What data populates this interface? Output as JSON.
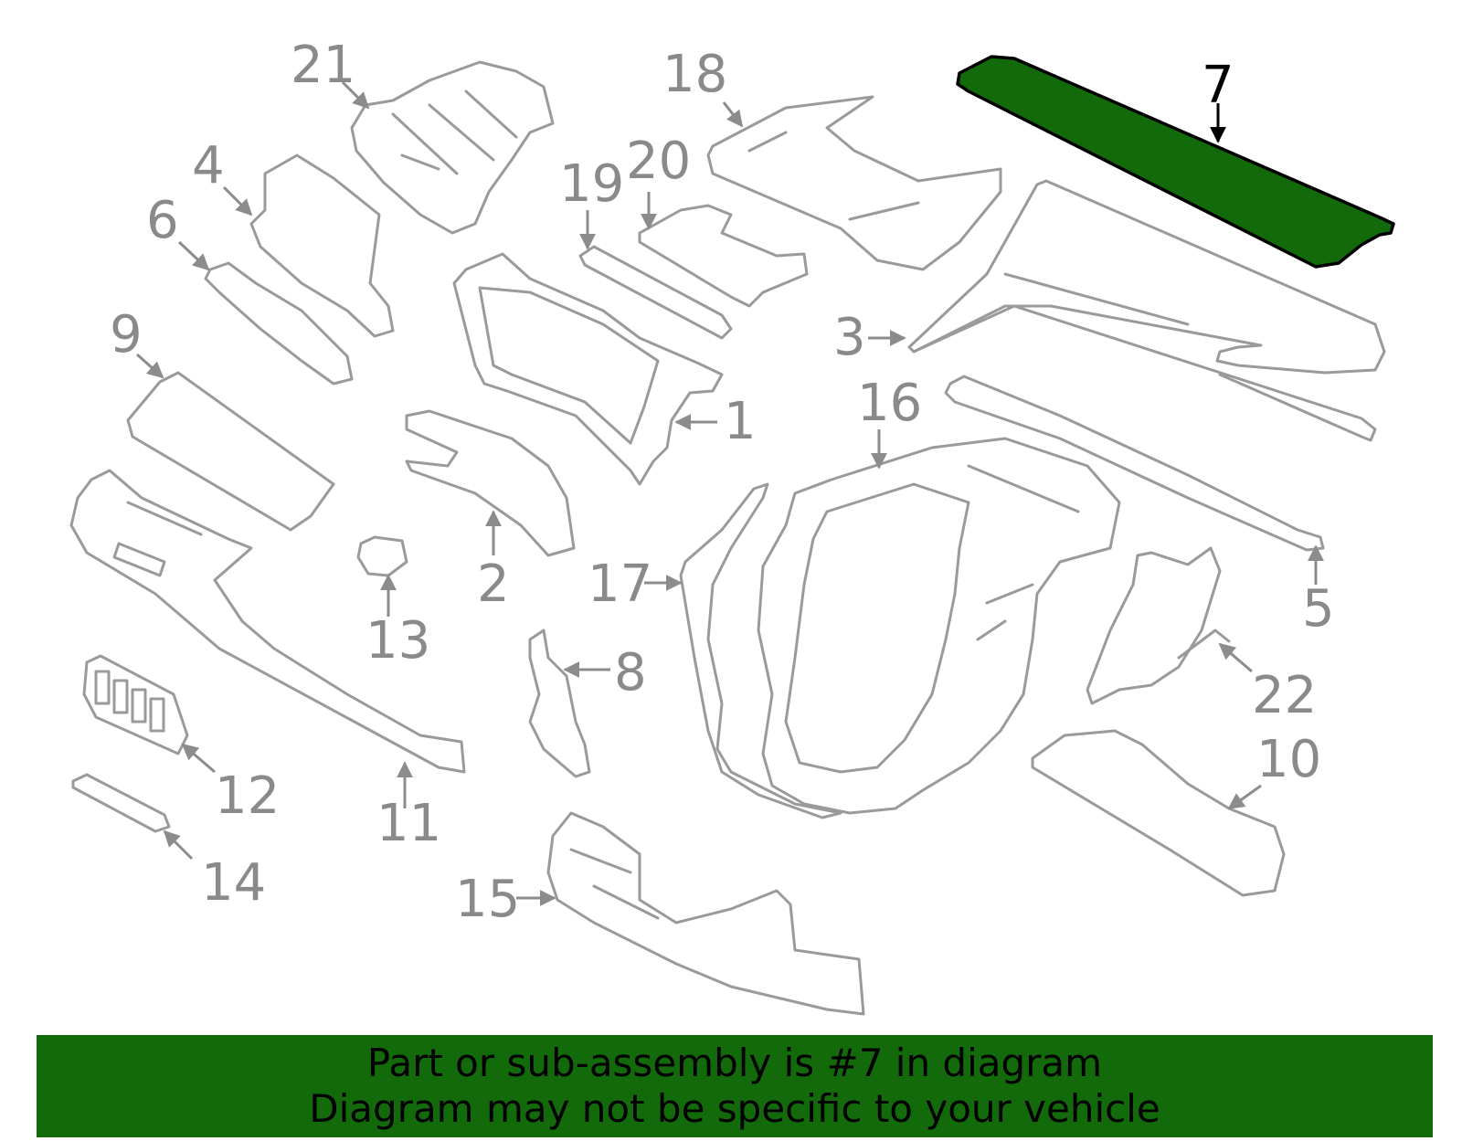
{
  "callouts": {
    "c1": "1",
    "c2": "2",
    "c3": "3",
    "c4": "4",
    "c5": "5",
    "c6": "6",
    "c7": "7",
    "c8": "8",
    "c9": "9",
    "c10": "10",
    "c11": "11",
    "c12": "12",
    "c13": "13",
    "c14": "14",
    "c15": "15",
    "c16": "16",
    "c17": "17",
    "c18": "18",
    "c19": "19",
    "c20": "20",
    "c21": "21",
    "c22": "22"
  },
  "highlighted_part": "7",
  "colors": {
    "highlight": "#136a0b",
    "outline": "#9a9a9a",
    "banner": "#136a0b"
  },
  "banner": {
    "line1": "Part or sub-assembly is #7 in diagram",
    "line2": "Diagram may not be specific to your vehicle"
  }
}
